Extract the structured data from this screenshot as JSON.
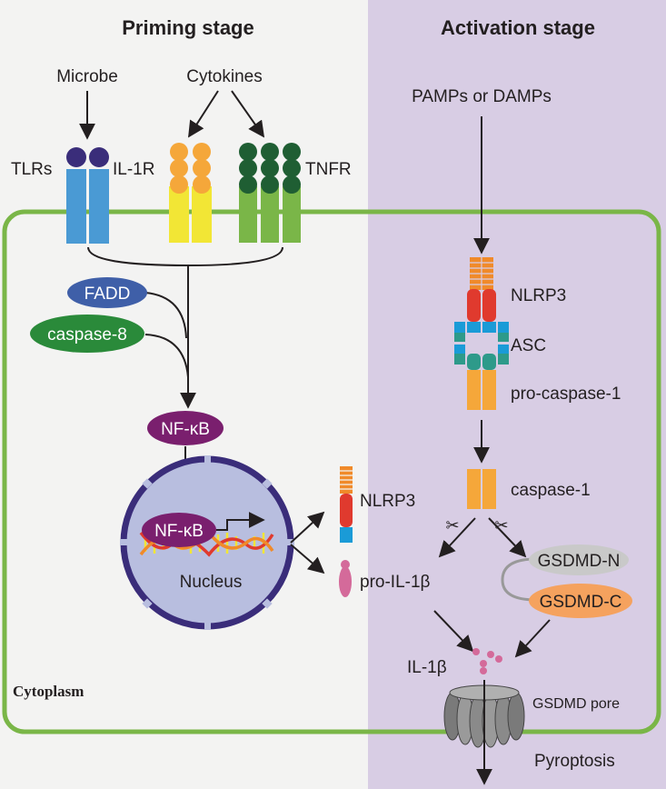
{
  "headers": {
    "priming": "Priming stage",
    "activation": "Activation stage"
  },
  "inputs": {
    "microbe": "Microbe",
    "cytokines": "Cytokines",
    "pamps": "PAMPs or DAMPs"
  },
  "receptors": {
    "tlrs": "TLRs",
    "il1r": "IL-1R",
    "tnfr": "TNFR"
  },
  "adaptors": {
    "fadd": "FADD",
    "caspase8": "caspase-8"
  },
  "nfkb": {
    "cytoplasm": "NF-κB",
    "nucleus": "NF-κB"
  },
  "nucleus_label": "Nucleus",
  "products": {
    "nlrp3": "NLRP3",
    "pro_il1b": "pro-IL-1β"
  },
  "inflammasome": {
    "nlrp3": "NLRP3",
    "asc": "ASC",
    "pro_caspase1": "pro-caspase-1"
  },
  "caspase1": "caspase-1",
  "gsdmd": {
    "n": "GSDMD-N",
    "c": "GSDMD-C",
    "pore": "GSDMD pore"
  },
  "il1b": "IL-1β",
  "pyroptosis": "Pyroptosis",
  "cytoplasm_label": "Cytoplasm",
  "colors": {
    "left_bg": "#f3f3f2",
    "right_bg": "#d8cde4",
    "membrane": "#7ab648",
    "tlr": "#4a9ad4",
    "tlr_head": "#3a2d7a",
    "il1r": "#f2e635",
    "il1r_head": "#f5a73a",
    "tnfr": "#7ab648",
    "tnfr_head": "#1f5e33",
    "fadd": "#3f5fa8",
    "caspase8": "#2a8a3a",
    "nfkb": "#7a1f6e",
    "nucleus_fill": "#b8bedf",
    "nucleus_border": "#3a2d7a",
    "nlrp3_red": "#e03a2e",
    "nlrp3_orange": "#f08a2a",
    "asc_blue": "#1a9bd7",
    "teal": "#2e9a8a",
    "caspase_orange": "#f5a73a",
    "pro_il1b": "#d46a9a",
    "gsdmd_n": "#c9c9c9",
    "gsdmd_c": "#f5a25e",
    "pore": "#8a8a8a"
  }
}
